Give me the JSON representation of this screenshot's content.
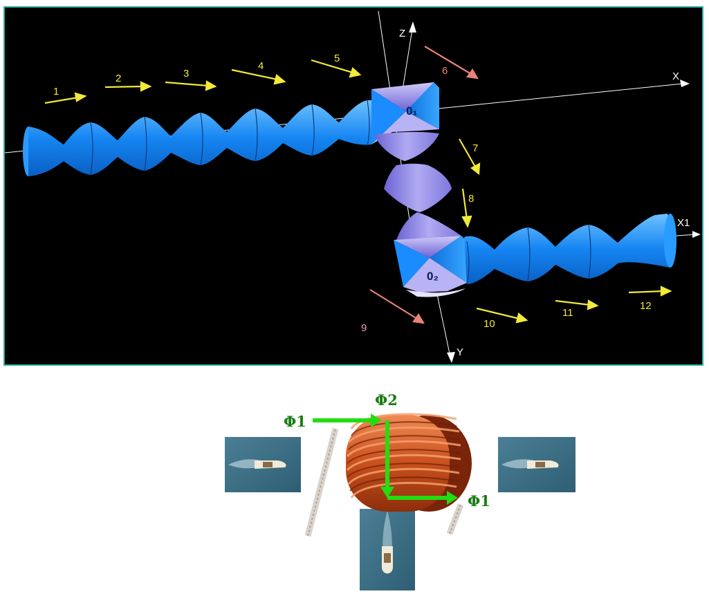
{
  "diagram3d": {
    "axis_labels": {
      "x": "X",
      "y": "Y",
      "z": "Z",
      "x1": "X1"
    },
    "origin_labels": {
      "o1": "0₁",
      "o2": "0₂"
    },
    "flow_numbers": [
      "1",
      "2",
      "3",
      "4",
      "5",
      "6",
      "7",
      "8",
      "9",
      "10",
      "11",
      "12"
    ],
    "colors": {
      "background": "#000000",
      "frame": "#2bb0a8",
      "cone_blue": "#1a8cff",
      "cone_violet": "#8d86e8",
      "arrow_yellow": "#f2ea3a",
      "arrow_salmon": "#e8837a",
      "axis": "#ffffff"
    }
  },
  "coil_diagram": {
    "flux_labels": {
      "phi1_left": "Φ1",
      "phi2": "Φ2",
      "phi1_right": "Φ1"
    },
    "colors": {
      "coil": "#c9501c",
      "flux_arrow": "#22dd11",
      "label": "#1c7d14",
      "water": "#3d6f86"
    }
  }
}
